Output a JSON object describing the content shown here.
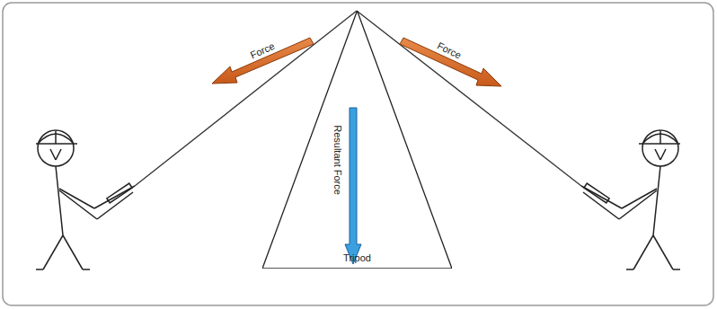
{
  "diagram": {
    "nodes": [
      {
        "text": [
          "Tripod"
        ]
      }
    ],
    "labels": [
      "Force",
      "Force",
      "Resultant Force"
    ]
  }
}
